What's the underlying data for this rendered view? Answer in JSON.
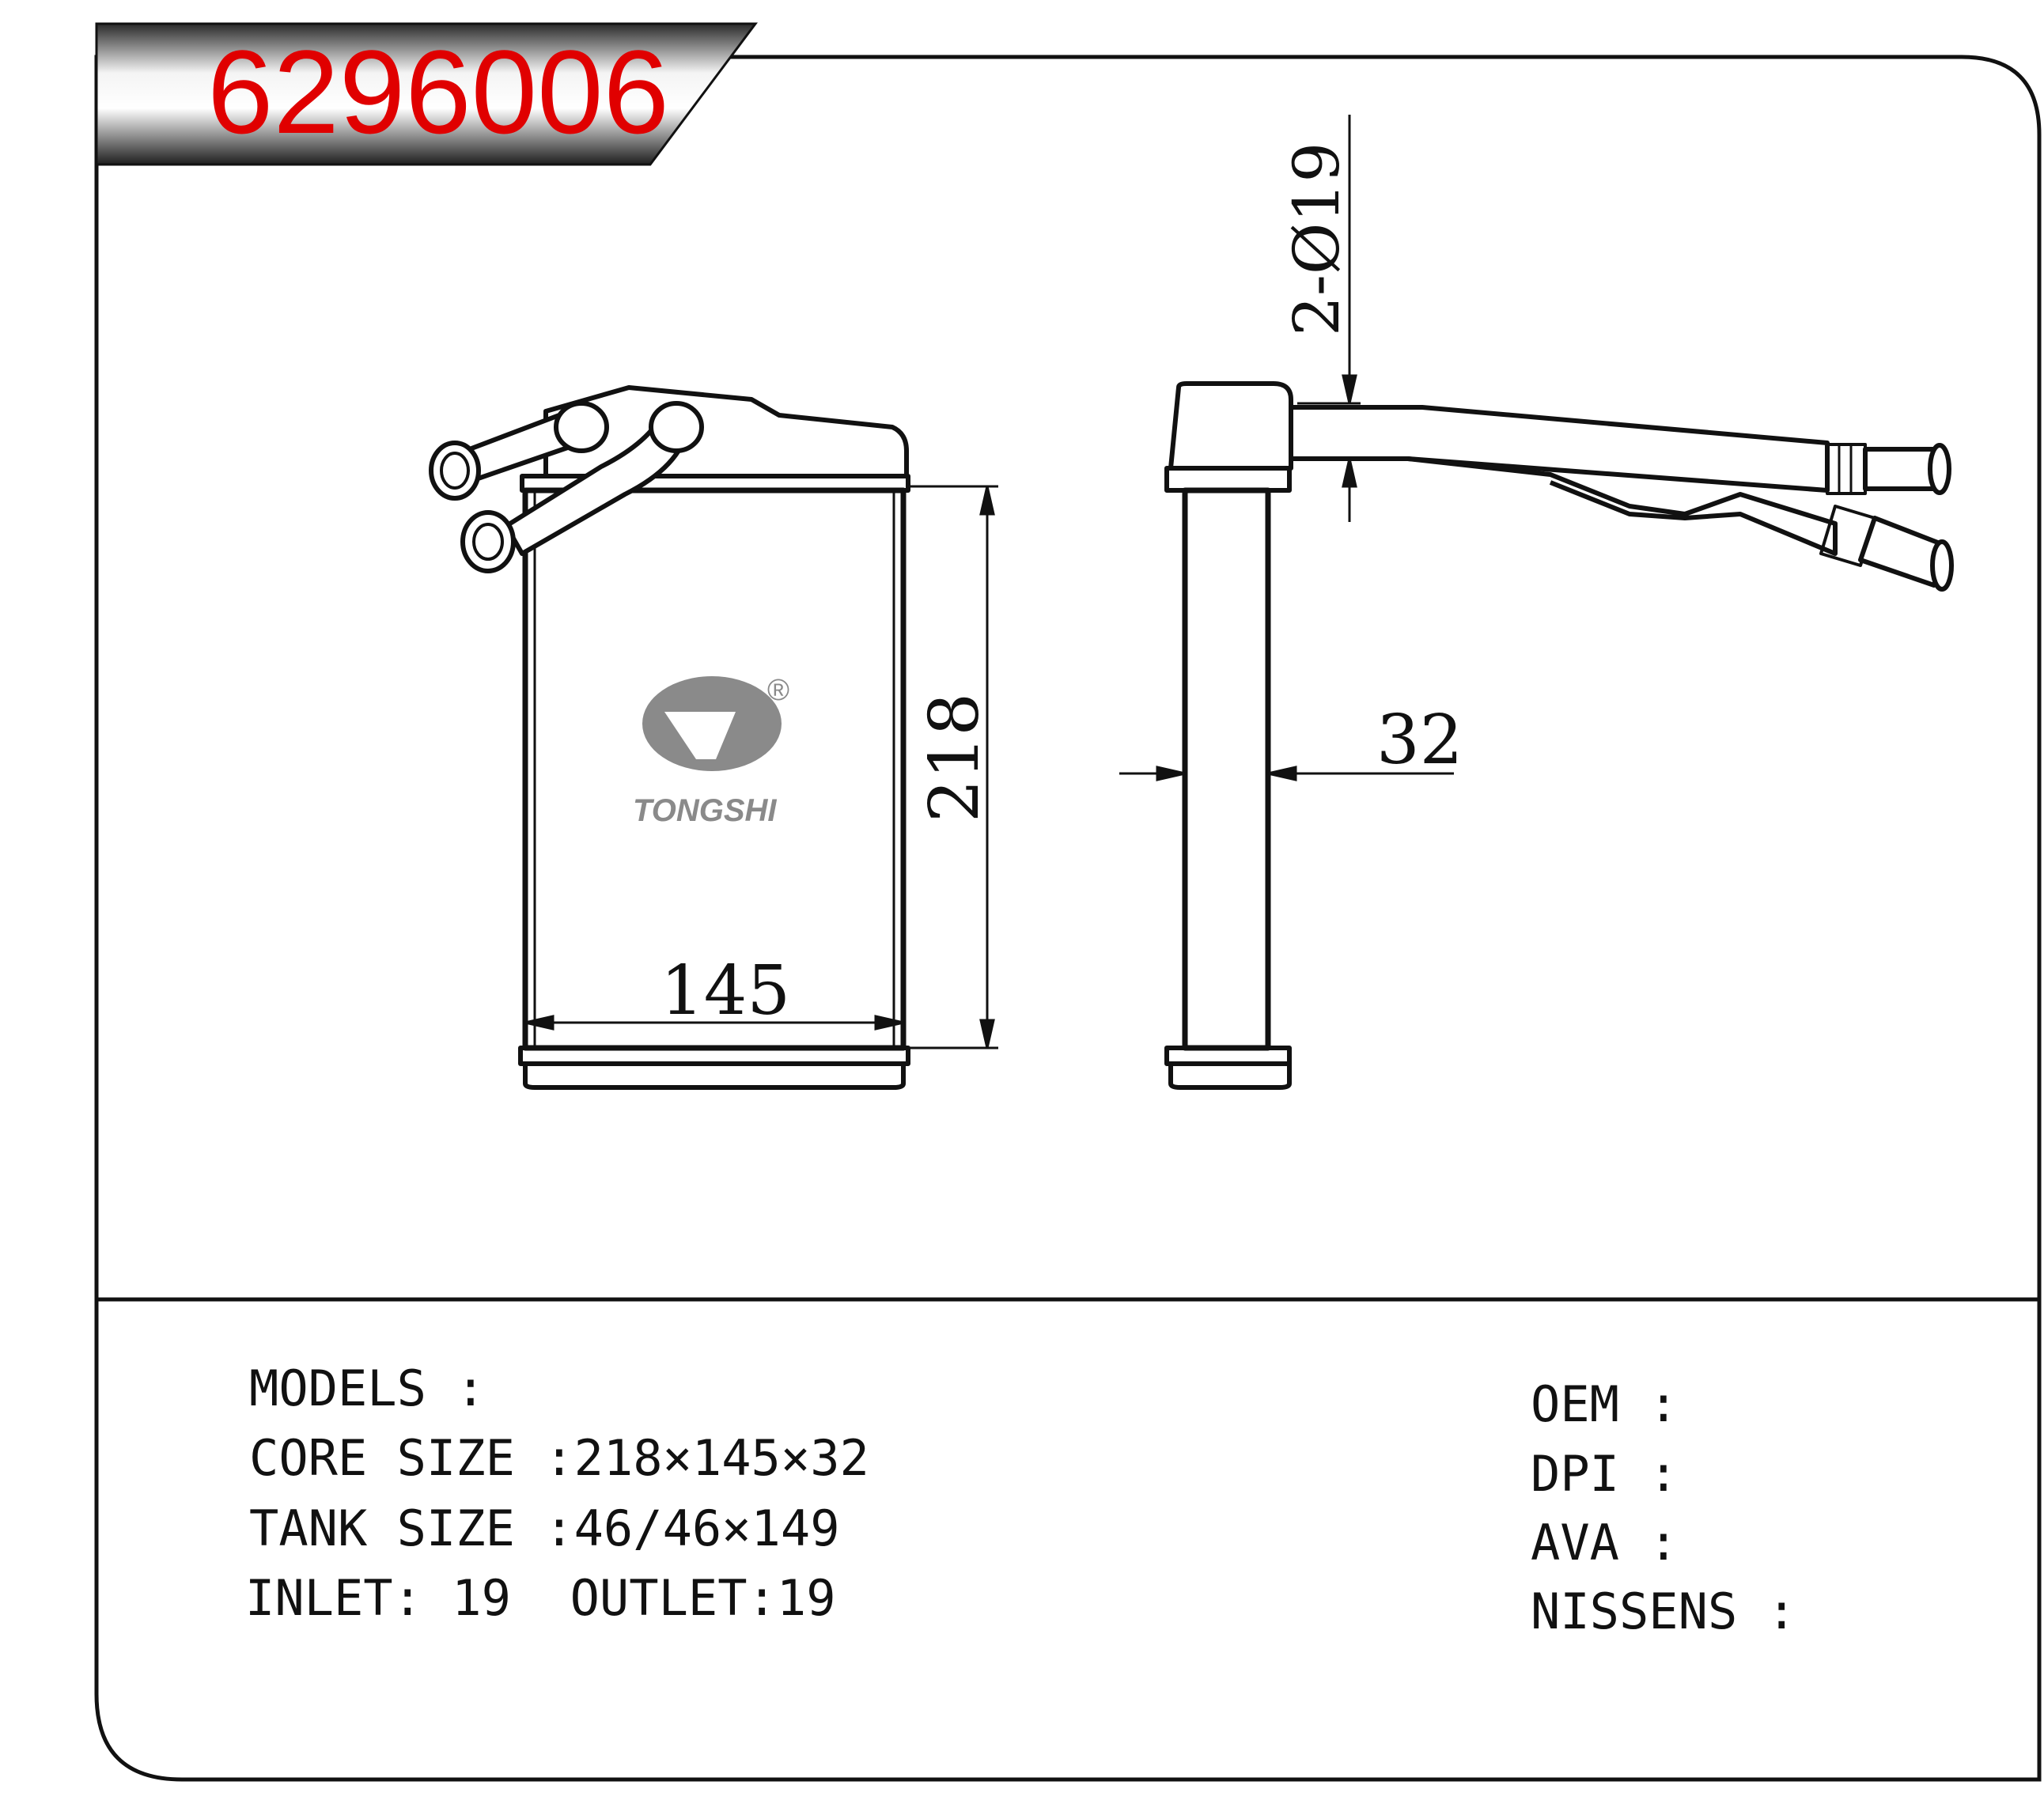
{
  "header": {
    "part_number": "6296006",
    "title_color": "#e00000"
  },
  "drawing": {
    "height_dim": "218",
    "width_dim": "145",
    "depth_dim": "32",
    "pipe_dim": "2-Ø19"
  },
  "logo": {
    "brand": "TONGSHI",
    "registered_mark": "®",
    "color": "#8a8a8a"
  },
  "specs": {
    "models_label": "MODELS :",
    "core_size_label": "CORE SIZE :218×145×32",
    "tank_size_label": "TANK SIZE :46/46×149",
    "inlet_outlet_label": "INLET: 19  OUTLET:19"
  },
  "references": {
    "oem_label": "OEM :",
    "dpi_label": "DPI :",
    "ava_label": "AVA :",
    "nissens_label": "NISSENS :"
  }
}
